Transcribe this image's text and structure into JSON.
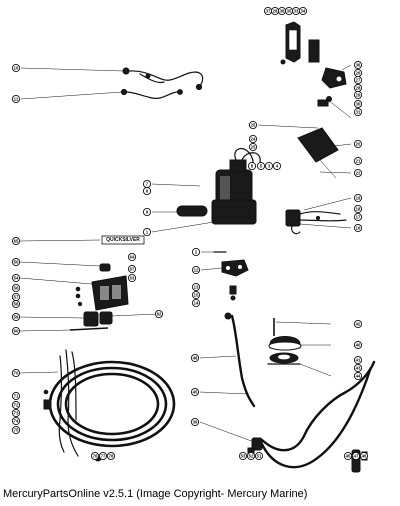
{
  "caption": "MercuryPartsOnline v2.5.1 (Image Copyright- Mercury Marine)",
  "decal_text": "QUICKSILVER",
  "callouts": {
    "top_row": [
      "37",
      "28",
      "38",
      "35",
      "33",
      "34"
    ],
    "upper_right": [
      "36",
      "26",
      "27",
      "28",
      "29",
      "30",
      "31"
    ],
    "left_wires": [
      "10",
      "11"
    ],
    "pump_right": [
      "25",
      "24",
      "25",
      "20",
      "21",
      "22"
    ],
    "pump_top": [
      "8",
      "5",
      "3",
      "4"
    ],
    "pump_left": [
      "7",
      "6",
      "9",
      "1"
    ],
    "switch_right": [
      "19",
      "18",
      "17",
      "16"
    ],
    "switch_left": [
      "65",
      "50",
      "54",
      "56",
      "57",
      "58",
      "59",
      "60"
    ],
    "switch_mid": [
      "64",
      "67",
      "63",
      "62"
    ],
    "bracket": [
      "2",
      "12",
      "13",
      "15",
      "14"
    ],
    "gauge": [
      "42",
      "40",
      "41",
      "43",
      "44"
    ],
    "harness": [
      "70",
      "71",
      "72",
      "73",
      "74",
      "75"
    ],
    "bottom_harness": [
      "76",
      "77",
      "78"
    ],
    "cable": [
      "48",
      "45",
      "39"
    ],
    "bottom_left": [
      "53",
      "52",
      "51"
    ],
    "bottom_right": [
      "45",
      "47",
      "46"
    ]
  }
}
